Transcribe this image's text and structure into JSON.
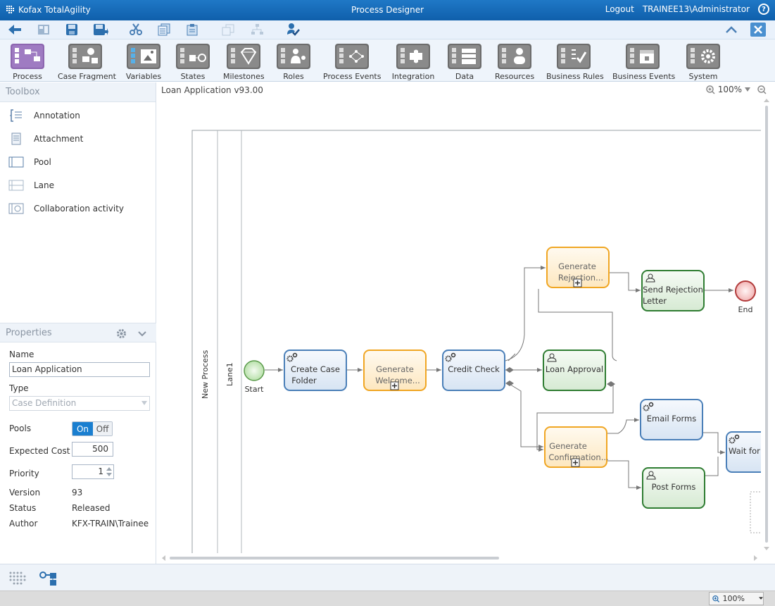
{
  "titlebar": {
    "brand": "Kofax TotalAgility",
    "title": "Process Designer",
    "logout": "Logout",
    "user": "TRAINEE13\\Administrator"
  },
  "ribbon": [
    {
      "label": "Process",
      "icon": "process-icon"
    },
    {
      "label": "Case Fragment",
      "icon": "case-fragment-icon"
    },
    {
      "label": "Variables",
      "icon": "variables-icon"
    },
    {
      "label": "States",
      "icon": "states-icon"
    },
    {
      "label": "Milestones",
      "icon": "milestones-icon"
    },
    {
      "label": "Roles",
      "icon": "roles-icon"
    },
    {
      "label": "Process Events",
      "icon": "process-events-icon"
    },
    {
      "label": "Integration",
      "icon": "integration-icon"
    },
    {
      "label": "Data",
      "icon": "data-icon"
    },
    {
      "label": "Resources",
      "icon": "resources-icon"
    },
    {
      "label": "Business Rules",
      "icon": "business-rules-icon"
    },
    {
      "label": "Business Events",
      "icon": "business-events-icon"
    },
    {
      "label": "System",
      "icon": "system-icon"
    }
  ],
  "toolbox": {
    "header": "Toolbox",
    "items": [
      "Annotation",
      "Attachment",
      "Pool",
      "Lane",
      "Collaboration activity"
    ]
  },
  "properties": {
    "header": "Properties",
    "name_label": "Name",
    "name_value": "Loan Application",
    "type_label": "Type",
    "type_value": "Case Definition",
    "pools_label": "Pools",
    "pools_on": "On",
    "pools_off": "Off",
    "cost_label": "Expected Cost",
    "cost_value": "500",
    "priority_label": "Priority",
    "priority_value": "1",
    "version_label": "Version",
    "version_value": "93",
    "status_label": "Status",
    "status_value": "Released",
    "author_label": "Author",
    "author_value": "KFX-TRAIN\\Trainee"
  },
  "canvas": {
    "title": "Loan Application v93.00",
    "zoom": "100%",
    "pool_label": "New Process",
    "lane_label": "Lane1",
    "nodes": {
      "start": "Start",
      "end": "End",
      "create_case_folder": [
        "Create Case",
        "Folder"
      ],
      "generate_welcome": [
        "Generate",
        "Welcome..."
      ],
      "credit_check": "Credit Check",
      "generate_rejection": [
        "Generate",
        "Rejection..."
      ],
      "send_rejection": [
        "Send Rejection",
        "Letter"
      ],
      "loan_approval": "Loan Approval",
      "generate_confirmation": [
        "Generate",
        "Confirmation..."
      ],
      "email_forms": "Email Forms",
      "post_forms": "Post Forms",
      "wait_for": "Wait for"
    }
  },
  "status": {
    "zoom": "100%"
  }
}
